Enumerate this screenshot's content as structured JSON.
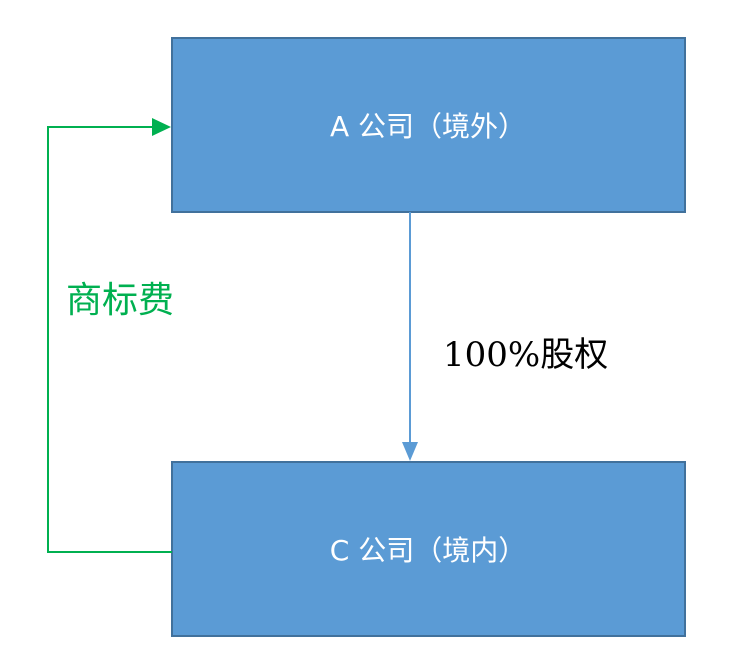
{
  "nodes": {
    "a": {
      "label": "A 公司（境外）"
    },
    "c": {
      "label": "C 公司（境内）"
    }
  },
  "edges": {
    "ownership": {
      "label": "100%股权"
    },
    "fee": {
      "label": "商标费"
    }
  },
  "colors": {
    "box_fill": "#5b9bd5",
    "box_border": "#41719c",
    "ownership_arrow": "#5b9bd5",
    "fee_arrow": "#00b050",
    "fee_text": "#00b050",
    "ownership_text": "#000000",
    "box_text": "#ffffff"
  }
}
